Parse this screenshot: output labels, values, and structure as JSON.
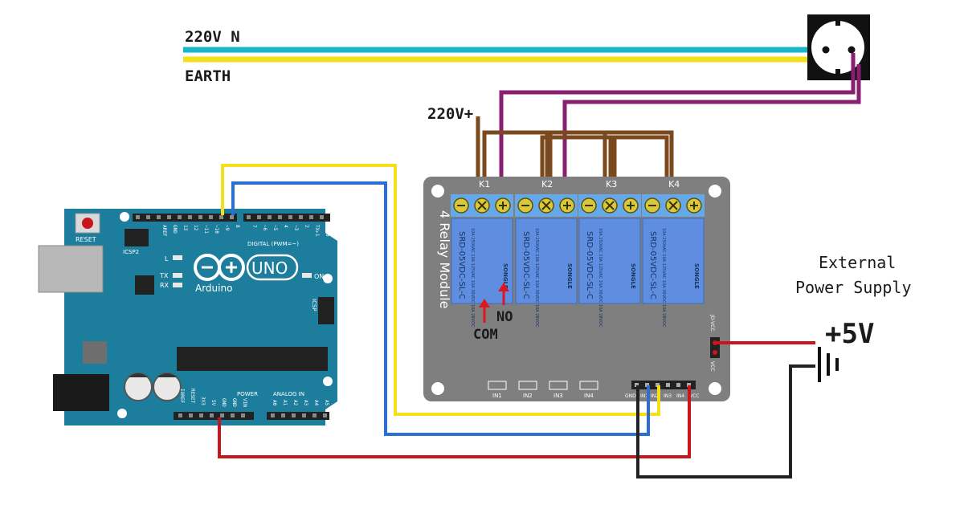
{
  "labels": {
    "mains_n": "220V N",
    "earth": "EARTH",
    "mains_plus": "220V+",
    "ext_supply_line1": "External",
    "ext_supply_line2": "Power Supply",
    "plus5v": "+5V",
    "com": "COM",
    "no": "NO"
  },
  "arduino": {
    "reset": "RESET",
    "icsp2": "ICSP2",
    "icsp": "ICSP",
    "uno": "UNO",
    "brand": "Arduino",
    "l": "L",
    "tx": "TX",
    "rx": "RX",
    "on": "ON",
    "digital": "DIGITAL (PWM=~)",
    "power": "POWER",
    "analog": "ANALOG IN",
    "top_pins": [
      "AREF",
      "GND",
      "13",
      "12",
      "~11",
      "~10",
      "~9",
      "8",
      "7",
      "~6",
      "~5",
      "4",
      "~3",
      "2",
      "TX▸1",
      "RX◂0"
    ],
    "power_pins": [
      "IOREF",
      "RESET",
      "3V3",
      "5V",
      "GND",
      "GND",
      "VIN"
    ],
    "analog_pins": [
      "A0",
      "A1",
      "A2",
      "A3",
      "A4",
      "A5"
    ]
  },
  "relay_module": {
    "title": "4 Relay Module",
    "relays": [
      "K1",
      "K2",
      "K3",
      "K4"
    ],
    "relay_part": "SRD-05VDC-SL-C",
    "relay_brand": "SONGLE",
    "relay_rating": "10A 250VAC 10A 125VAC 10A 30VDC 10A 28VDC",
    "inputs_leds": [
      "IN1",
      "IN2",
      "IN3",
      "IN4"
    ],
    "header_pins": [
      "GND",
      "IN1",
      "IN2",
      "IN3",
      "IN4",
      "VCC"
    ],
    "jd_vcc": "JD-VCC",
    "vcc": "VCC"
  },
  "colors": {
    "neutral": "#19b5c9",
    "earth": "#f3e01a",
    "live": "#8a1f6f",
    "relay_jumper": "#7a4a1e",
    "signal_yellow": "#f3e01a",
    "signal_blue": "#2a6fd1",
    "power_red": "#c8161d",
    "ground_black": "#222222",
    "arduino_board": "#1d7d9c",
    "relay_board": "#7f7f7f",
    "relay_body": "#5f8ee0"
  },
  "icons": [
    "wall-socket-icon",
    "battery-icon",
    "red-arrow-icon"
  ]
}
